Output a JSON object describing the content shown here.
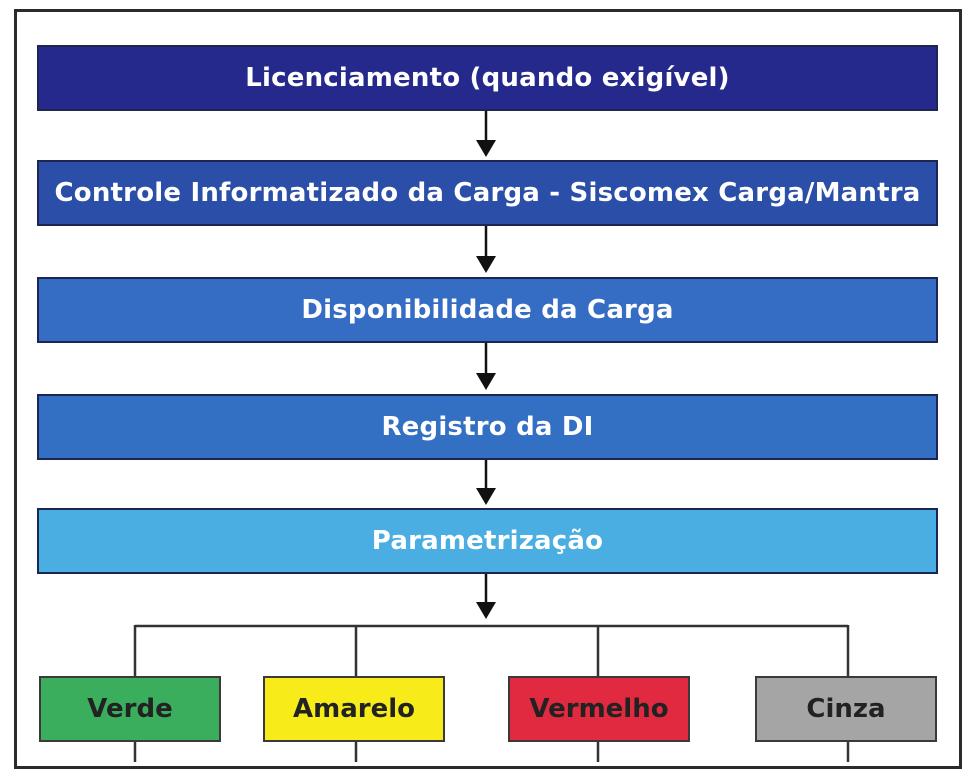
{
  "diagram": {
    "steps": [
      {
        "label": "Licenciamento (quando exigível)",
        "color": "#26298c"
      },
      {
        "label": "Controle Informatizado da Carga - Siscomex Carga/Mantra",
        "color": "#2b4fa8"
      },
      {
        "label": "Disponibilidade da Carga",
        "color": "#356cc4"
      },
      {
        "label": "Registro da DI",
        "color": "#3370c4"
      },
      {
        "label": "Parametrização",
        "color": "#4aaee3"
      }
    ],
    "channels": [
      {
        "label": "Verde",
        "color": "#3aae5c"
      },
      {
        "label": "Amarelo",
        "color": "#f7ec1a"
      },
      {
        "label": "Vermelho",
        "color": "#e12a3f"
      },
      {
        "label": "Cinza",
        "color": "#a5a5a5"
      }
    ]
  }
}
